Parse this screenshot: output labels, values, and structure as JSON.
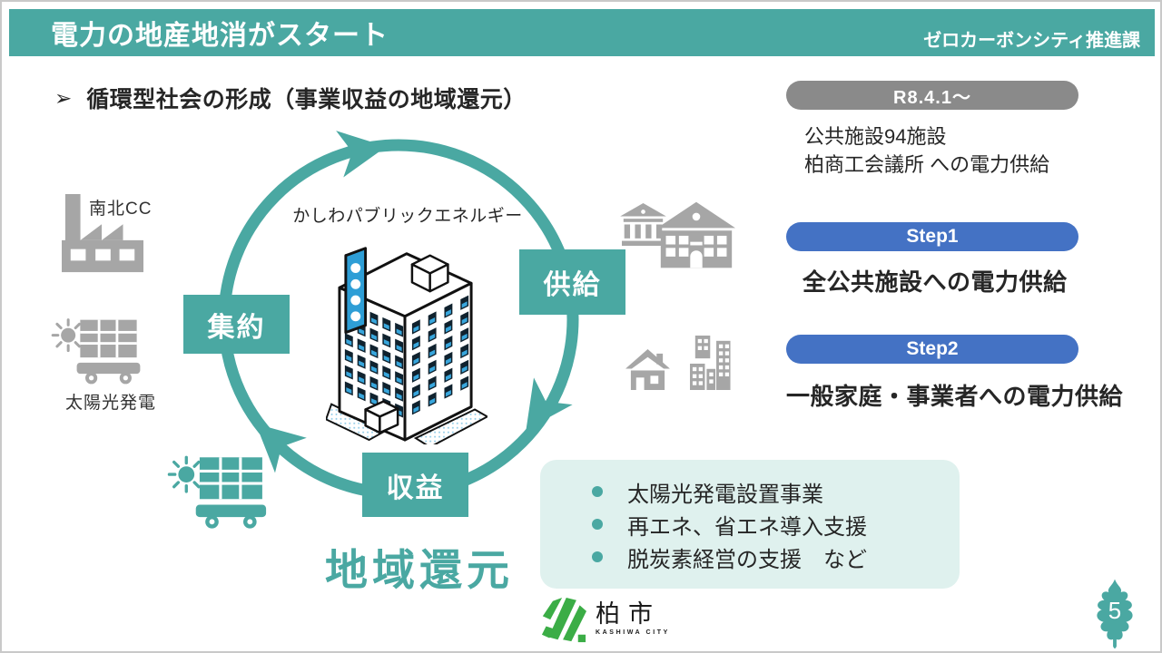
{
  "header": {
    "title": "電力の地産地消がスタート",
    "department": "ゼロカーボンシティ推進課"
  },
  "heading": {
    "bullet": "➢",
    "text": "循環型社会の形成（事業収益の地域還元）"
  },
  "cycle": {
    "center_company": "かしわパブリックエネルギー",
    "node_collect": "集約",
    "node_supply": "供給",
    "node_profit": "収益",
    "caption_return": "地域還元",
    "source_factory": "南北CC",
    "source_solar": "太陽光発電"
  },
  "right_panel": {
    "date_badge": "R8.4.1～",
    "supply_line1": "公共施設94施設",
    "supply_line2": "柏商工会議所 への電力供給",
    "step1_label": "Step1",
    "step1_desc": "全公共施設への電力供給",
    "step2_label": "Step2",
    "step2_desc": "一般家庭・事業者への電力供給"
  },
  "benefits": {
    "item1": "太陽光発電設置事業",
    "item2": "再エネ、省エネ導入支援",
    "item3": "脱炭素経営の支援　など"
  },
  "footer": {
    "city_name": "柏市",
    "city_name_en": "KASHIWA CITY",
    "page_number": "5"
  },
  "colors": {
    "teal": "#4AA8A2",
    "step_blue": "#4472C4",
    "badge_gray": "#8A8A8A",
    "icon_gray": "#A6A6A6",
    "panel_bg": "#DFF1EE",
    "window_blue": "#38A6DC",
    "logo_green": "#3BAD46"
  }
}
